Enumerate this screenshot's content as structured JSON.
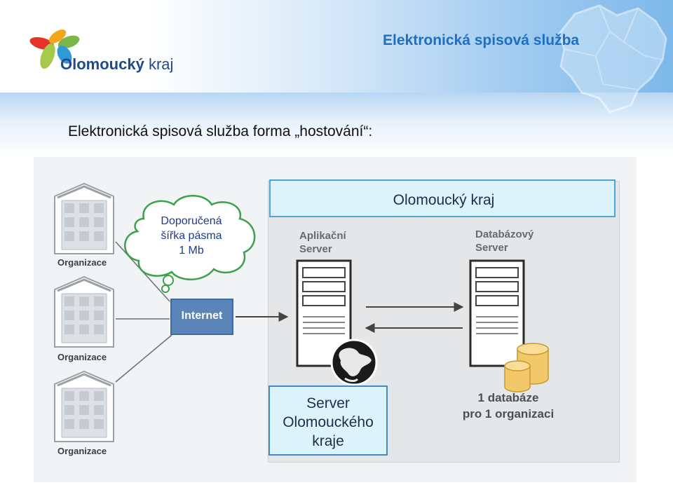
{
  "header": {
    "logo_name": "Olomoucký",
    "logo_suffix": "kraj",
    "title": "Elektronická spisová služba"
  },
  "subtitle": "Elektronická spisová služba forma „hostování“:",
  "diagram": {
    "region_label": "Olomoucký kraj",
    "cloud_text": [
      "Doporučená",
      "šířka pásma",
      "1 Mb"
    ],
    "organizations": [
      "Organizace",
      "Organizace",
      "Organizace"
    ],
    "internet_label": "Internet",
    "app_server_label": [
      "Aplikační",
      "Server"
    ],
    "db_server_label": [
      "Databázový",
      "Server"
    ],
    "db_note": [
      "1 databáze",
      "pro 1 organizaci"
    ],
    "server_box": [
      "Server",
      "Olomouckého",
      "kraje"
    ]
  },
  "colors": {
    "header_title": "#1f6fc0",
    "region_border": "#4da3d8",
    "internet": "#5b84b8",
    "database": "#f3c86a"
  },
  "icons": [
    "logo-flower-icon",
    "building-icon",
    "cloud-icon",
    "server-tower-icon",
    "globe-icon",
    "database-icon",
    "arrow-icon"
  ]
}
